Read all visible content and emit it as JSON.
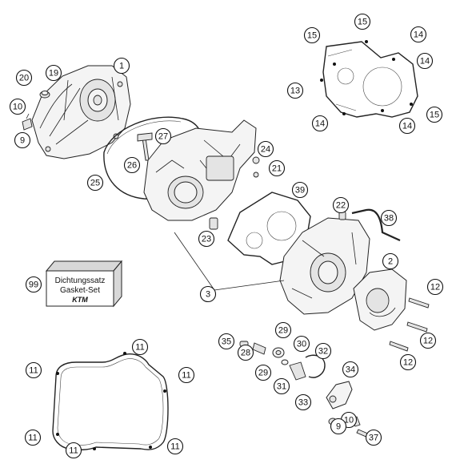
{
  "gasket_set_box": {
    "line1": "Dichtungssatz",
    "line2": "Gasket-Set",
    "logo": "KTM"
  },
  "callouts": [
    {
      "id": "c1",
      "label": "1"
    },
    {
      "id": "c19",
      "label": "19"
    },
    {
      "id": "c20",
      "label": "20"
    },
    {
      "id": "c10a",
      "label": "10"
    },
    {
      "id": "c9a",
      "label": "9"
    },
    {
      "id": "c27",
      "label": "27"
    },
    {
      "id": "c26",
      "label": "26"
    },
    {
      "id": "c25",
      "label": "25"
    },
    {
      "id": "c24",
      "label": "24"
    },
    {
      "id": "c21",
      "label": "21"
    },
    {
      "id": "c39",
      "label": "39"
    },
    {
      "id": "c23",
      "label": "23"
    },
    {
      "id": "c22",
      "label": "22"
    },
    {
      "id": "c38",
      "label": "38"
    },
    {
      "id": "c2",
      "label": "2"
    },
    {
      "id": "c3",
      "label": "3"
    },
    {
      "id": "c99",
      "label": "99"
    },
    {
      "id": "c12a",
      "label": "12"
    },
    {
      "id": "c12b",
      "label": "12"
    },
    {
      "id": "c12c",
      "label": "12"
    },
    {
      "id": "c35",
      "label": "35"
    },
    {
      "id": "c28",
      "label": "28"
    },
    {
      "id": "c29a",
      "label": "29"
    },
    {
      "id": "c29b",
      "label": "29"
    },
    {
      "id": "c30",
      "label": "30"
    },
    {
      "id": "c31",
      "label": "31"
    },
    {
      "id": "c32",
      "label": "32"
    },
    {
      "id": "c33",
      "label": "33"
    },
    {
      "id": "c34",
      "label": "34"
    },
    {
      "id": "c10b",
      "label": "10"
    },
    {
      "id": "c9b",
      "label": "9"
    },
    {
      "id": "c37",
      "label": "37"
    },
    {
      "id": "c15a",
      "label": "15"
    },
    {
      "id": "c15b",
      "label": "15"
    },
    {
      "id": "c14a",
      "label": "14"
    },
    {
      "id": "c14b",
      "label": "14"
    },
    {
      "id": "c13",
      "label": "13"
    },
    {
      "id": "c15c",
      "label": "15"
    },
    {
      "id": "c14c",
      "label": "14"
    },
    {
      "id": "c14d",
      "label": "14"
    },
    {
      "id": "c11a",
      "label": "11"
    },
    {
      "id": "c11b",
      "label": "11"
    },
    {
      "id": "c11c",
      "label": "11"
    },
    {
      "id": "c11d",
      "label": "11"
    },
    {
      "id": "c11e",
      "label": "11"
    },
    {
      "id": "c11f",
      "label": "11"
    }
  ]
}
